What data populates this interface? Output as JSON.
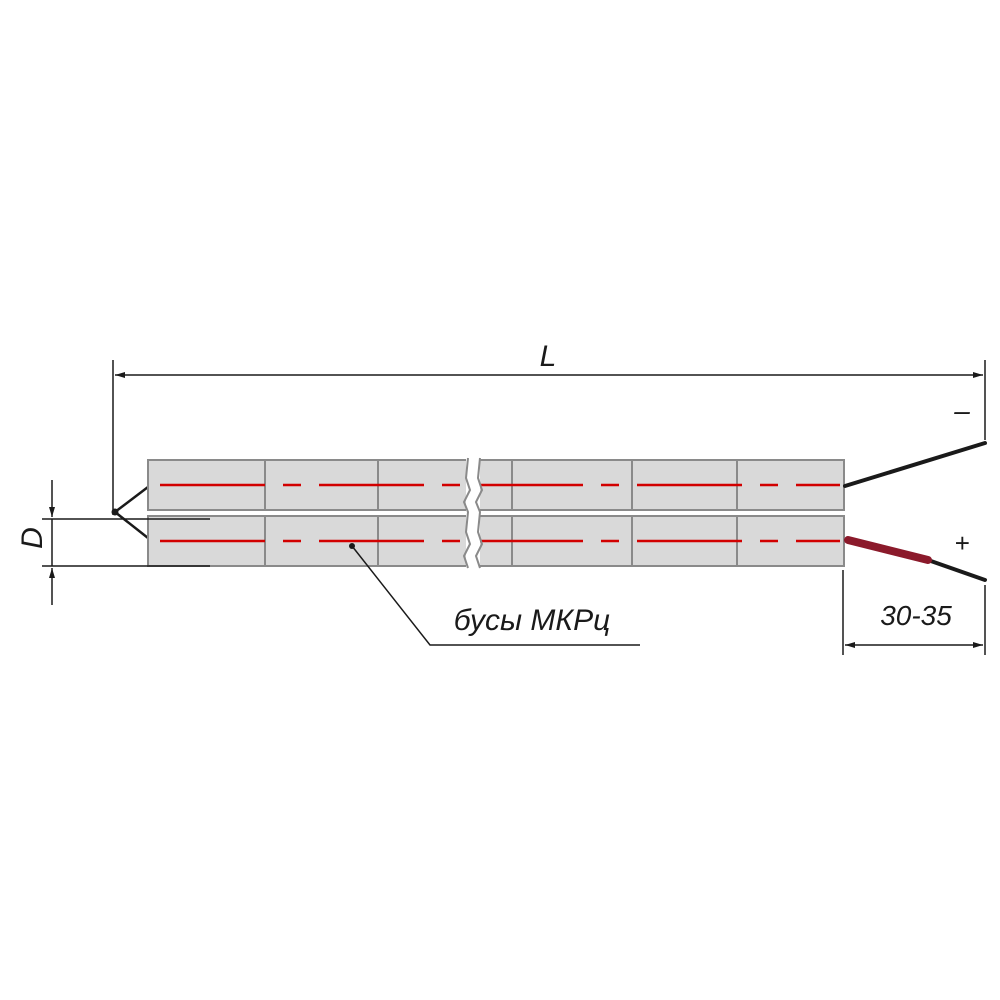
{
  "dimensions": {
    "length_label": "L",
    "diameter_label": "D",
    "lead_length_label": "30-35"
  },
  "polarity": {
    "negative": "–",
    "positive": "+"
  },
  "callout": {
    "beads_label": "бусы МКРц"
  },
  "colors": {
    "bead_fill": "#d9d9d9",
    "bead_stroke": "#8a8a8a",
    "thermoelectrode_red": "#d20000",
    "positive_lead": "#8b1a2b",
    "negative_lead": "#1a1a1a"
  }
}
